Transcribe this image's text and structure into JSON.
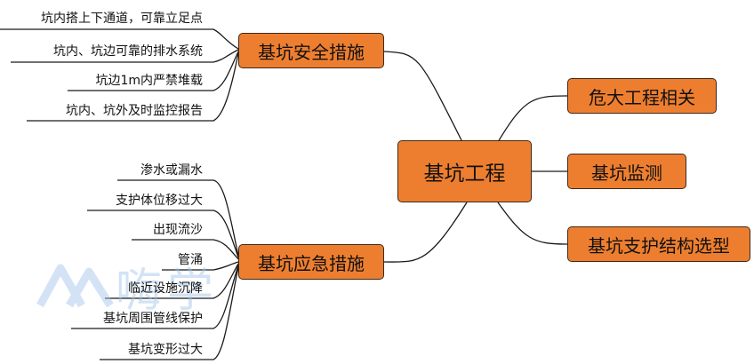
{
  "diagram": {
    "central": "基坑工程",
    "right_branches": [
      "危大工程相关",
      "基坑监测",
      "基坑支护结构选型"
    ],
    "left_branches": [
      {
        "label": "基坑安全措施",
        "children": [
          "坑内搭上下通道，可靠立足点",
          "坑内、坑边可靠的排水系统",
          "坑边1m内严禁堆载",
          "坑内、坑外及时监控报告"
        ]
      },
      {
        "label": "基坑应急措施",
        "children": [
          "渗水或漏水",
          "支护体位移过大",
          "出现流沙",
          "管涌",
          "临近设施沉降",
          "基坑周围管线保护",
          "基坑变形过大"
        ]
      }
    ],
    "colors": {
      "node_fill": "#ee7e2f",
      "node_border": "#3a2a1a",
      "line": "#1a1a1a",
      "watermark": "#9fc3ea"
    }
  },
  "watermark": {
    "text": "嗨学"
  }
}
